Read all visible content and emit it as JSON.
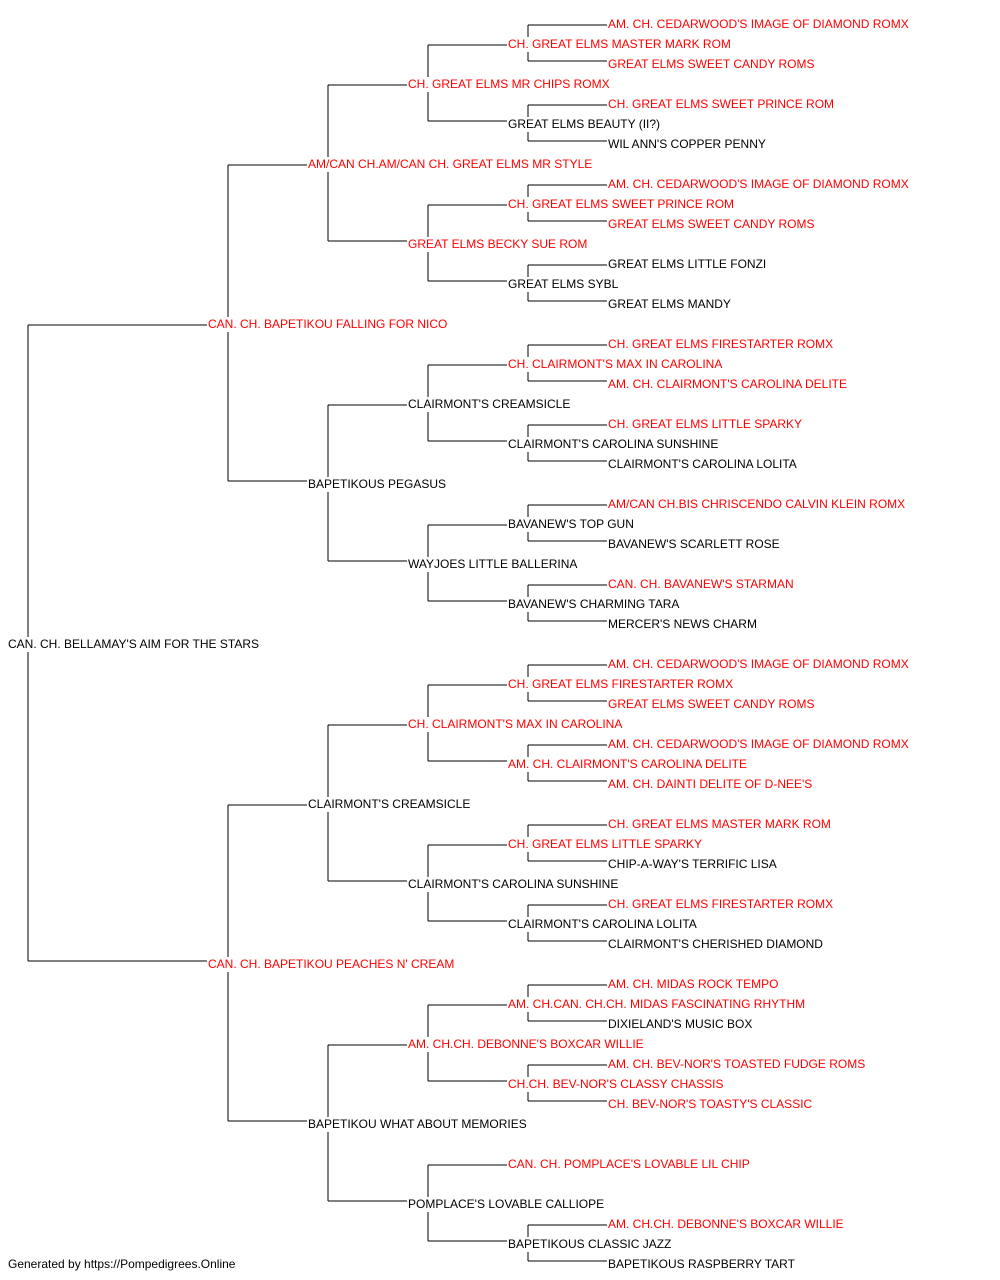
{
  "colors": {
    "champion": "#ff0000",
    "regular": "#000000",
    "line": "#000000"
  },
  "footer": "Generated by https://Pompedigrees.Online",
  "pedigree": {
    "name": "CAN. CH. BELLAMAY'S AIM FOR THE STARS",
    "champion": false,
    "sire": {
      "name": "CAN. CH. BAPETIKOU FALLING FOR NICO",
      "champion": true,
      "sire": {
        "name": "AM/CAN CH.AM/CAN CH. GREAT ELMS MR STYLE",
        "champion": true,
        "sire": {
          "name": "CH. GREAT ELMS MR CHIPS ROMX",
          "champion": true,
          "sire": {
            "name": "CH. GREAT ELMS MASTER MARK ROM",
            "champion": true,
            "sire": {
              "name": "AM. CH. CEDARWOOD'S IMAGE OF DIAMOND ROMX",
              "champion": true
            },
            "dam": {
              "name": "GREAT ELMS SWEET CANDY ROMS",
              "champion": true
            }
          },
          "dam": {
            "name": "GREAT ELMS BEAUTY (II?)",
            "champion": false,
            "sire": {
              "name": "CH. GREAT ELMS SWEET PRINCE ROM",
              "champion": true
            },
            "dam": {
              "name": "WIL ANN'S COPPER PENNY",
              "champion": false
            }
          }
        },
        "dam": {
          "name": "GREAT ELMS BECKY SUE ROM",
          "champion": true,
          "sire": {
            "name": "CH. GREAT ELMS SWEET PRINCE ROM",
            "champion": true,
            "sire": {
              "name": "AM. CH. CEDARWOOD'S IMAGE OF DIAMOND ROMX",
              "champion": true
            },
            "dam": {
              "name": "GREAT ELMS SWEET CANDY ROMS",
              "champion": true
            }
          },
          "dam": {
            "name": "GREAT ELMS SYBL",
            "champion": false,
            "sire": {
              "name": "GREAT ELMS LITTLE FONZI",
              "champion": false
            },
            "dam": {
              "name": "GREAT ELMS MANDY",
              "champion": false
            }
          }
        }
      },
      "dam": {
        "name": "BAPETIKOUS PEGASUS",
        "champion": false,
        "sire": {
          "name": "CLAIRMONT'S CREAMSICLE",
          "champion": false,
          "sire": {
            "name": "CH. CLAIRMONT'S MAX IN CAROLINA",
            "champion": true,
            "sire": {
              "name": "CH. GREAT ELMS FIRESTARTER ROMX",
              "champion": true
            },
            "dam": {
              "name": "AM. CH. CLAIRMONT'S CAROLINA DELITE",
              "champion": true
            }
          },
          "dam": {
            "name": "CLAIRMONT'S CAROLINA SUNSHINE",
            "champion": false,
            "sire": {
              "name": "CH. GREAT ELMS LITTLE SPARKY",
              "champion": true
            },
            "dam": {
              "name": "CLAIRMONT'S CAROLINA LOLITA",
              "champion": false
            }
          }
        },
        "dam": {
          "name": "WAYJOES LITTLE BALLERINA",
          "champion": false,
          "sire": {
            "name": "BAVANEW'S TOP GUN",
            "champion": false,
            "sire": {
              "name": "AM/CAN CH.BIS CHRISCENDO CALVIN KLEIN ROMX",
              "champion": true
            },
            "dam": {
              "name": "BAVANEW'S SCARLETT ROSE",
              "champion": false
            }
          },
          "dam": {
            "name": "BAVANEW'S CHARMING TARA",
            "champion": false,
            "sire": {
              "name": "CAN. CH. BAVANEW'S STARMAN",
              "champion": true
            },
            "dam": {
              "name": "MERCER'S NEWS CHARM",
              "champion": false
            }
          }
        }
      }
    },
    "dam": {
      "name": "CAN. CH. BAPETIKOU PEACHES N' CREAM",
      "champion": true,
      "sire": {
        "name": "CLAIRMONT'S CREAMSICLE",
        "champion": false,
        "sire": {
          "name": "CH. CLAIRMONT'S MAX IN CAROLINA",
          "champion": true,
          "sire": {
            "name": "CH. GREAT ELMS FIRESTARTER ROMX",
            "champion": true,
            "sire": {
              "name": "AM. CH. CEDARWOOD'S IMAGE OF DIAMOND ROMX",
              "champion": true
            },
            "dam": {
              "name": "GREAT ELMS SWEET CANDY ROMS",
              "champion": true
            }
          },
          "dam": {
            "name": "AM. CH. CLAIRMONT'S CAROLINA DELITE",
            "champion": true,
            "sire": {
              "name": "AM. CH. CEDARWOOD'S IMAGE OF DIAMOND ROMX",
              "champion": true
            },
            "dam": {
              "name": "AM. CH. DAINTI DELITE OF D-NEE'S",
              "champion": true
            }
          }
        },
        "dam": {
          "name": "CLAIRMONT'S CAROLINA SUNSHINE",
          "champion": false,
          "sire": {
            "name": "CH. GREAT ELMS LITTLE SPARKY",
            "champion": true,
            "sire": {
              "name": "CH. GREAT ELMS MASTER MARK ROM",
              "champion": true
            },
            "dam": {
              "name": "CHIP-A-WAY'S TERRIFIC LISA",
              "champion": false
            }
          },
          "dam": {
            "name": "CLAIRMONT'S CAROLINA LOLITA",
            "champion": false,
            "sire": {
              "name": "CH. GREAT ELMS FIRESTARTER ROMX",
              "champion": true
            },
            "dam": {
              "name": "CLAIRMONT'S CHERISHED DIAMOND",
              "champion": false
            }
          }
        }
      },
      "dam": {
        "name": "BAPETIKOU WHAT ABOUT MEMORIES",
        "champion": false,
        "sire": {
          "name": "AM. CH.CH. DEBONNE'S BOXCAR WILLIE",
          "champion": true,
          "sire": {
            "name": "AM. CH.CAN. CH.CH. MIDAS FASCINATING RHYTHM",
            "champion": true,
            "sire": {
              "name": "AM. CH. MIDAS ROCK TEMPO",
              "champion": true
            },
            "dam": {
              "name": "DIXIELAND'S MUSIC BOX",
              "champion": false
            }
          },
          "dam": {
            "name": "CH.CH. BEV-NOR'S CLASSY CHASSIS",
            "champion": true,
            "sire": {
              "name": "AM. CH. BEV-NOR'S TOASTED FUDGE ROMS",
              "champion": true
            },
            "dam": {
              "name": "CH. BEV-NOR'S TOASTY'S CLASSIC",
              "champion": true
            }
          }
        },
        "dam": {
          "name": "POMPLACE'S LOVABLE CALLIOPE",
          "champion": false,
          "sire": {
            "name": "CAN. CH. POMPLACE'S LOVABLE LIL CHIP",
            "champion": true
          },
          "dam": {
            "name": "BAPETIKOUS CLASSIC JAZZ",
            "champion": false,
            "sire": {
              "name": "AM. CH.CH. DEBONNE'S BOXCAR WILLIE",
              "champion": true
            },
            "dam": {
              "name": "BAPETIKOUS RASPBERRY TART",
              "champion": false
            }
          }
        }
      }
    }
  }
}
